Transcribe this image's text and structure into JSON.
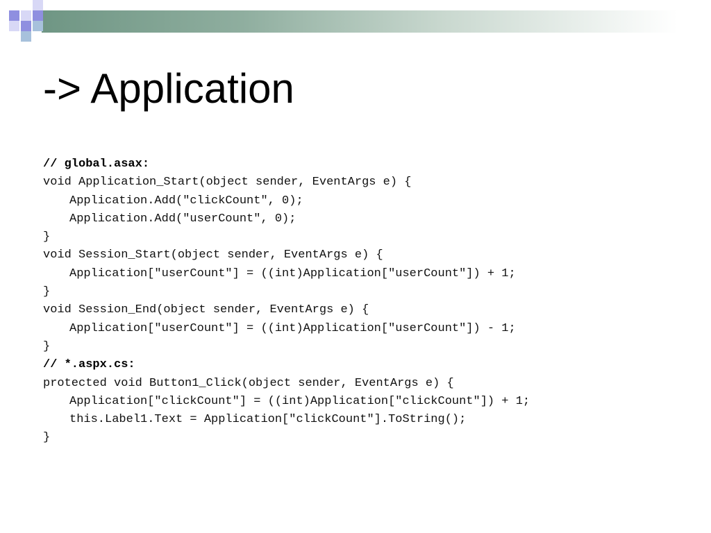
{
  "slide": {
    "title": "-> Application",
    "code_lines": [
      {
        "text": "// global.asax:",
        "kind": "comment",
        "indent": 0
      },
      {
        "text": "void Application_Start(object sender, EventArgs e) {",
        "kind": "code",
        "indent": 0
      },
      {
        "text": "Application.Add(\"clickCount\", 0);",
        "kind": "code",
        "indent": 1
      },
      {
        "text": "Application.Add(\"userCount\", 0);",
        "kind": "code",
        "indent": 1
      },
      {
        "text": "}",
        "kind": "code",
        "indent": 0
      },
      {
        "text": "void Session_Start(object sender, EventArgs e) {",
        "kind": "code",
        "indent": 0
      },
      {
        "text": "Application[\"userCount\"] = ((int)Application[\"userCount\"]) + 1;",
        "kind": "code",
        "indent": 1
      },
      {
        "text": "}",
        "kind": "code",
        "indent": 0
      },
      {
        "text": "void Session_End(object sender, EventArgs e) {",
        "kind": "code",
        "indent": 0
      },
      {
        "text": "Application[\"userCount\"] = ((int)Application[\"userCount\"]) - 1;",
        "kind": "code",
        "indent": 1
      },
      {
        "text": "}",
        "kind": "code",
        "indent": 0
      },
      {
        "text": "// *.aspx.cs:",
        "kind": "comment",
        "indent": 0
      },
      {
        "text": "protected void Button1_Click(object sender, EventArgs e) {",
        "kind": "code",
        "indent": 0
      },
      {
        "text": "Application[\"clickCount\"] = ((int)Application[\"clickCount\"]) + 1;",
        "kind": "code",
        "indent": 1
      },
      {
        "text": "this.Label1.Text = Application[\"clickCount\"].ToString();",
        "kind": "code",
        "indent": 1
      },
      {
        "text": "}",
        "kind": "code",
        "indent": 0
      }
    ]
  },
  "theme": {
    "bar_color": "#6f9684",
    "square_dark": "#8f8fe0",
    "square_light": "#d8d8f6",
    "square_blue": "#a7c1dc"
  }
}
